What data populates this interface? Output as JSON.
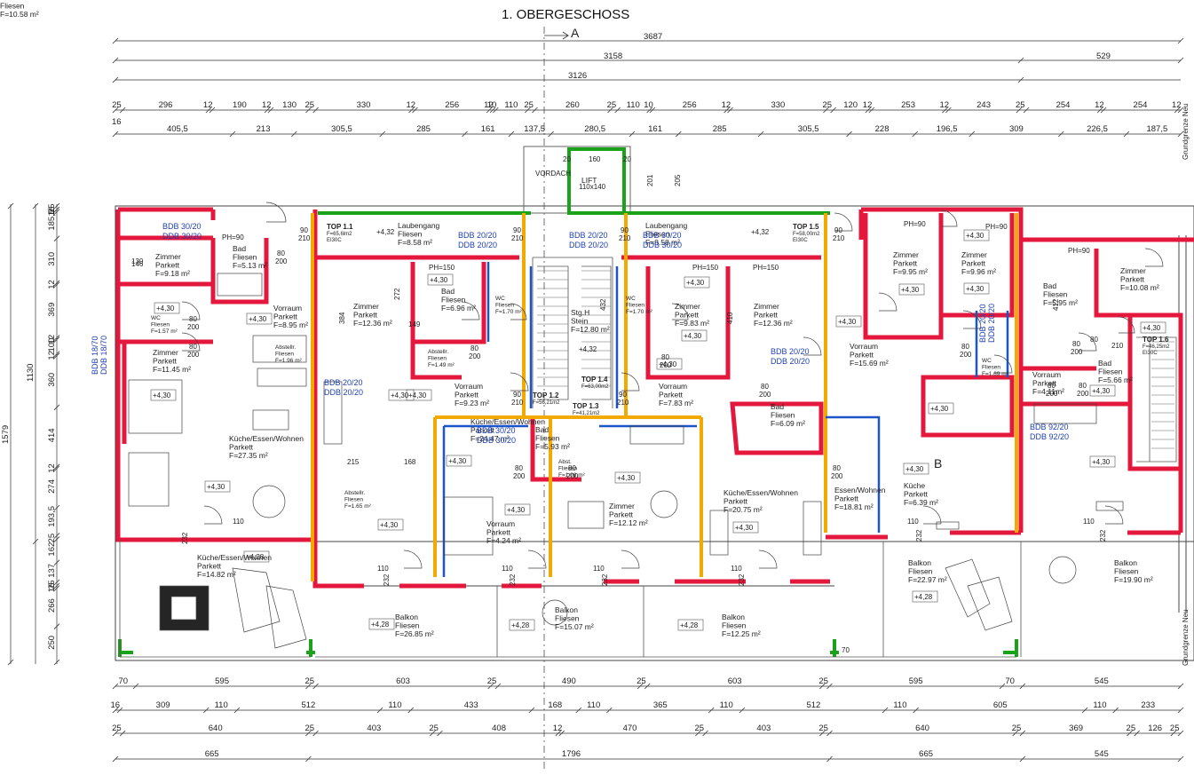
{
  "title": "1. OBERGESCHOSS",
  "section_mark_top": "A",
  "section_mark_mid": "B",
  "border_label": "Grundgrenze Neu",
  "dims_top": {
    "overall": "3687",
    "row2_a": "3158",
    "row2_b": "529",
    "row3": "3126",
    "row4": [
      "25",
      "296",
      "12",
      "190",
      "12",
      "130",
      "25",
      "330",
      "12",
      "256",
      "12",
      "10",
      "110",
      "25",
      "260",
      "25",
      "110",
      "10",
      "256",
      "12",
      "330",
      "25",
      "120",
      "12",
      "253",
      "12",
      "243",
      "25",
      "254",
      "12",
      "254",
      "12"
    ],
    "row4_left": "16",
    "row5": [
      "405,5",
      "213",
      "305,5",
      "285",
      "161",
      "137,5",
      "280,5",
      "161",
      "285",
      "305,5",
      "228",
      "196,5",
      "309",
      "226,5",
      "187,5"
    ]
  },
  "dims_left": [
    "25",
    "16",
    "185,5",
    "310",
    "12",
    "369",
    "12",
    "100",
    "12",
    "360",
    "414",
    "12",
    "274",
    "193,5",
    "25",
    "162",
    "137",
    "25",
    "16",
    "266",
    "250"
  ],
  "dims_left_total": [
    "1579",
    "1130"
  ],
  "dims_bottom": {
    "row1": [
      "70",
      "595",
      "25",
      "603",
      "25",
      "490",
      "25",
      "603",
      "25",
      "595",
      "70",
      "545"
    ],
    "row2": [
      "16",
      "309",
      "110",
      "512",
      "110",
      "433",
      "168",
      "110",
      "365",
      "110",
      "512",
      "110",
      "605",
      "110",
      "233"
    ],
    "row3": [
      "25",
      "640",
      "25",
      "403",
      "25",
      "408",
      "12",
      "470",
      "25",
      "403",
      "25",
      "640",
      "25",
      "369",
      "25",
      "126",
      "25"
    ],
    "row4": [
      "665",
      "1796",
      "665",
      "545"
    ]
  },
  "lift": {
    "label": "LIFT",
    "size": "110x140",
    "dim_w": "160",
    "dim_a": "20",
    "dim_b": "20",
    "dim_c": "201",
    "dim_d": "205",
    "vordach": "VORDACH"
  },
  "tops": [
    {
      "name": "TOP 1.1",
      "area": "F=65,6lm2",
      "fire": "EI30C"
    },
    {
      "name": "TOP 1.5",
      "area": "F=58,00m2",
      "fire": "EI30C"
    },
    {
      "name": "TOP 1.2",
      "area": "F=56,21m2"
    },
    {
      "name": "TOP 1.3",
      "area": "F=41,21m2"
    },
    {
      "name": "TOP 1.4",
      "area": "F=63,00m2"
    },
    {
      "name": "TOP 1.6",
      "area": "F=46,25m2",
      "fire": "EI30C"
    }
  ],
  "rooms": [
    {
      "n": "Laubengang",
      "m": "Fliesen",
      "a": "F=8.58 m²"
    },
    {
      "n": "Laubengang",
      "m": "Fliesen",
      "a": "F=8.58 m²"
    },
    {
      "n": "Zimmer",
      "m": "Parkett",
      "a": "F=9.18 m²"
    },
    {
      "n": "Bad",
      "m": "Fliesen",
      "a": "F=5.13 m²"
    },
    {
      "n": "Vorraum",
      "m": "Parkett",
      "a": "F=8.95 m²"
    },
    {
      "n": "WC",
      "m": "Fliesen",
      "a": "F=1.57 m²"
    },
    {
      "n": "Zimmer",
      "m": "Parkett",
      "a": "F=11.45 m²"
    },
    {
      "n": "Abstellr.",
      "m": "Fliesen",
      "a": "F=1.96 m²"
    },
    {
      "n": "Küche/Essen/Wohnen",
      "m": "Parkett",
      "a": "F=27.35 m²"
    },
    {
      "n": "Zimmer",
      "m": "Parkett",
      "a": "F=12.36 m²"
    },
    {
      "n": "Bad",
      "m": "Fliesen",
      "a": "F=6.96 m²"
    },
    {
      "n": "WC",
      "m": "Fliesen",
      "a": "F=1.70 m²"
    },
    {
      "n": "Abstellr.",
      "m": "Fliesen",
      "a": "F=1.49 m²"
    },
    {
      "n": "Vorraum",
      "m": "Parkett",
      "a": "F=9.23 m²"
    },
    {
      "n": "Stg.H",
      "m": "Stein",
      "a": "F=12.80 m²"
    },
    {
      "n": "WC",
      "m": "Fliesen",
      "a": "F=1.70 m²"
    },
    {
      "n": "Zimmer",
      "m": "Parkett",
      "a": "F=9.83 m²"
    },
    {
      "n": "Zimmer",
      "m": "Parkett",
      "a": "F=12.36 m²"
    },
    {
      "n": "Vorraum",
      "m": "Parkett",
      "a": "F=7.83 m²"
    },
    {
      "n": "Bad",
      "m": "Fliesen",
      "a": "F=6.09 m²"
    },
    {
      "n": "Vorraum",
      "m": "Parkett",
      "a": "F=15.69 m²"
    },
    {
      "n": "Zimmer",
      "m": "Parkett",
      "a": "F=9.95 m²"
    },
    {
      "n": "Zimmer",
      "m": "Parkett",
      "a": "F=9.96 m²"
    },
    {
      "n": "Bad",
      "m": "Fliesen",
      "a": "F=5.95 m²"
    },
    {
      "n": "WC",
      "m": "Fliesen",
      "a": "F=1.69 m²"
    },
    {
      "n": "Zimmer",
      "m": "Parkett",
      "a": "F=10.08 m²"
    },
    {
      "n": "Bad",
      "m": "Fliesen",
      "a": "F=5.66 m²"
    },
    {
      "n": "Vorraum",
      "m": "Parkett",
      "a": "F=4.11m²"
    },
    {
      "n": "Abstellr.",
      "m": "Fliesen",
      "a": "F=1.65 m²"
    },
    {
      "n": "Küche/Essen/Wohnen",
      "m": "Parkett",
      "a": "F=24.47 m²"
    },
    {
      "n": "Bad",
      "m": "Fliesen",
      "a": "F=5.93 m²"
    },
    {
      "n": "Abst.",
      "m": "Fliesen",
      "a": "F=1.08 m²"
    },
    {
      "n": "Vorraum",
      "m": "Parkett",
      "a": "F=4.24 m²"
    },
    {
      "n": "Zimmer",
      "m": "Parkett",
      "a": "F=12.12 m²"
    },
    {
      "n": "Küche/Essen/Wohnen",
      "m": "Parkett",
      "a": "F=20.75 m²"
    },
    {
      "n": "Essen/Wohnen",
      "m": "Parkett",
      "a": "F=18.81 m²"
    },
    {
      "n": "Küche",
      "m": "Parkett",
      "a": "F=6.39 m²"
    },
    {
      "n": "Küche/Essen/Wohnen",
      "m": "Parkett",
      "a": "F=14.82 m²"
    },
    {
      "n": "Balkon",
      "m": "Fliesen",
      "a": "F=26.85 m²"
    },
    {
      "n": "Balkon",
      "m": "Fliesen",
      "a": "F=15.07 m²"
    },
    {
      "n": "Balkon",
      "m": "Fliesen",
      "a": "F=12.25 m²"
    },
    {
      "n": "Balkon",
      "m": "Fliesen",
      "a": "F=22.97 m²"
    },
    {
      "n": "Balkon",
      "m": "Fliesen",
      "a": "F=19.90 m²"
    },
    {
      "n": "Balkon",
      "m": "Fliesen",
      "a": "F=10.58 m²"
    }
  ],
  "levels": {
    "floor": "+4,30",
    "balcony": "+4,28",
    "landing": "+4,32"
  },
  "bdb": [
    "BDB 30/20",
    "DDB 30/20",
    "BDB 20/20",
    "DDB 20/20",
    "BDB 30/20",
    "DDB 30/20",
    "BDB 20/20",
    "DDB 20/20",
    "BDB 18/70",
    "DDB 18/70",
    "BDB 20/20",
    "DDB 20/20",
    "BDB 20/20",
    "DDB 20/20",
    "BDB 92/20",
    "DDB 92/20",
    "BDB 30/20",
    "DDB 30/20",
    "BDB 20/20",
    "DDB 20/20"
  ],
  "doors": {
    "w80": "80",
    "w90": "90",
    "w200": "200",
    "w210": "210",
    "w110": "110",
    "w232": "232",
    "w130": "130",
    "w146": "146",
    "ph": "PH=90",
    "ph150": "PH=150",
    "d215": "215",
    "d168": "168",
    "d149": "149",
    "d272": "272",
    "d384": "384",
    "d412": "412",
    "d432": "432",
    "d410": "410",
    "d70": "70"
  },
  "colors": {
    "outer_wall": "#e3183c",
    "party_wall": "#f2a900",
    "core_wall": "#1a56c8",
    "green_wall": "#1aa31a",
    "line": "#222222"
  }
}
